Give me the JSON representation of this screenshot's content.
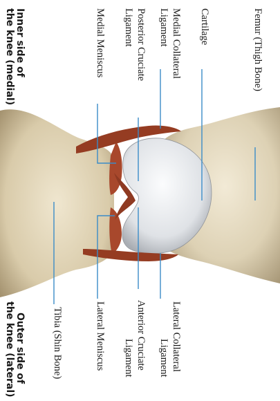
{
  "labels": {
    "femur": "Femur (Thigh Bone)",
    "cartilage": "Cartilage",
    "mcl_line1": "Medial Collateral",
    "mcl_line2": "Ligament",
    "pcl_line1": "Posterior Cruciate",
    "pcl_line2": "Ligament",
    "medial_meniscus": "Medial Meniscus",
    "inner_side_line1": "Inner side of",
    "inner_side_line2": "the knee (medial)",
    "lcl_line1": "Lateral Collateral",
    "lcl_line2": "Ligament",
    "acl_line1": "Anterior Cruciate",
    "acl_line2": "Ligament",
    "lateral_meniscus": "Lateral Meniscus",
    "tibia": "Tibia (Shin Bone)",
    "outer_side_line1": "Outer side of",
    "outer_side_line2": "the knee (lateral)"
  },
  "colors": {
    "bone": "#e6dcc3",
    "bone_shadow": "#b3a486",
    "cartilage": "#e9ebee",
    "ligament": "#9c3f25",
    "leader": "#3a8cc8",
    "text": "#1a1a1a"
  }
}
